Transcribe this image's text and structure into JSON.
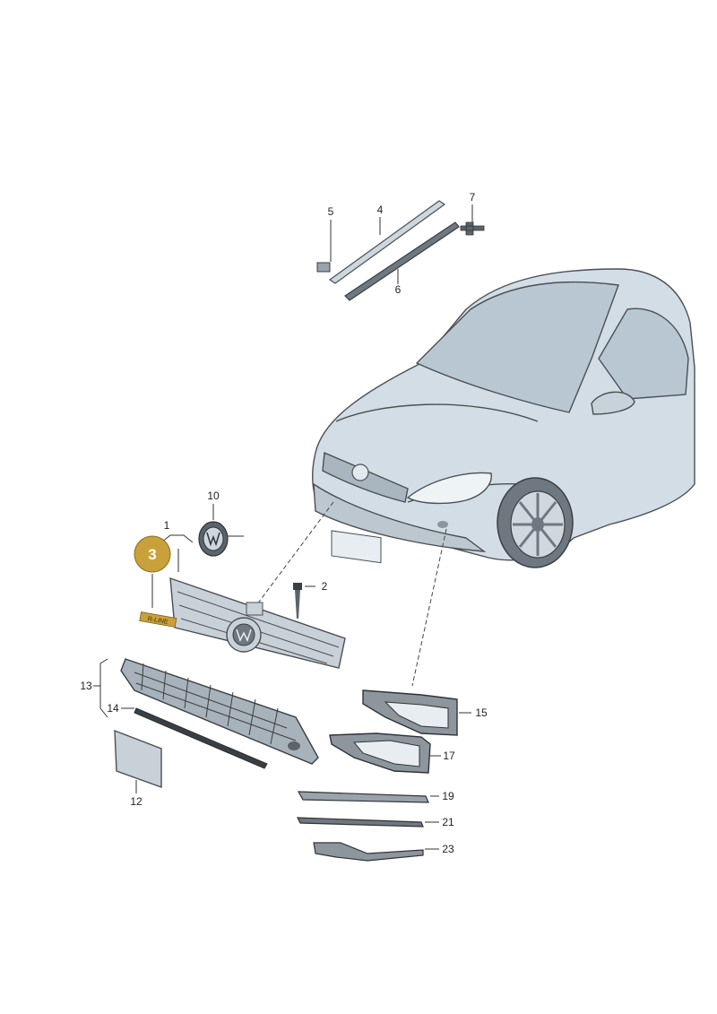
{
  "diagram": {
    "highlight": {
      "label": "3",
      "color": "#c9a13b"
    },
    "emblem_text": "R-LINE",
    "colors": {
      "car_body": "#d3dde5",
      "car_shade": "#b9c7d2",
      "parts": "#c7d0d8",
      "highlight": "#c9a13b"
    },
    "parts": [
      {
        "id": "p1",
        "label": "1"
      },
      {
        "id": "p2",
        "label": "2"
      },
      {
        "id": "p4",
        "label": "4"
      },
      {
        "id": "p5",
        "label": "5"
      },
      {
        "id": "p6",
        "label": "6"
      },
      {
        "id": "p7",
        "label": "7"
      },
      {
        "id": "p10",
        "label": "10"
      },
      {
        "id": "p12",
        "label": "12"
      },
      {
        "id": "p13",
        "label": "13"
      },
      {
        "id": "p14",
        "label": "14"
      },
      {
        "id": "p15",
        "label": "15"
      },
      {
        "id": "p17",
        "label": "17"
      },
      {
        "id": "p19",
        "label": "19"
      },
      {
        "id": "p21",
        "label": "21"
      },
      {
        "id": "p23",
        "label": "23"
      }
    ]
  }
}
